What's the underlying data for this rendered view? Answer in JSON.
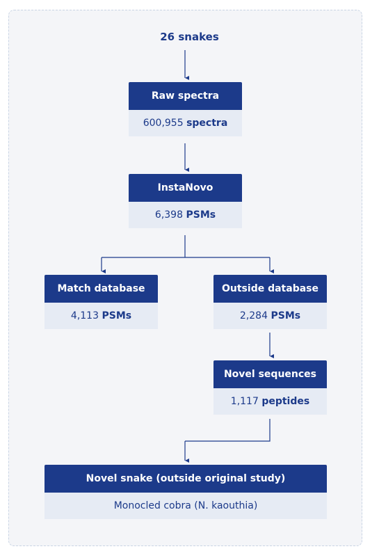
{
  "title": "26 snakes",
  "nodes": {
    "raw": {
      "header": "Raw spectra",
      "value": "600,955",
      "unit": "spectra"
    },
    "instanovo": {
      "header": "InstaNovo",
      "value": "6,398",
      "unit": "PSMs"
    },
    "match": {
      "header": "Match database",
      "value": "4,113",
      "unit": "PSMs"
    },
    "outside": {
      "header": "Outside database",
      "value": "2,284",
      "unit": "PSMs"
    },
    "novel_seq": {
      "header": "Novel sequences",
      "value": "1,117",
      "unit": "peptides"
    },
    "novel_snake": {
      "header": "Novel snake (outside original study)",
      "body": "Monocled cobra (N. kaouthia)"
    }
  },
  "colors": {
    "header_bg": "#1c3a8a",
    "body_bg": "#e6ebf4",
    "panel_bg": "#f4f5f8",
    "arrow": "#1c3a8a"
  }
}
